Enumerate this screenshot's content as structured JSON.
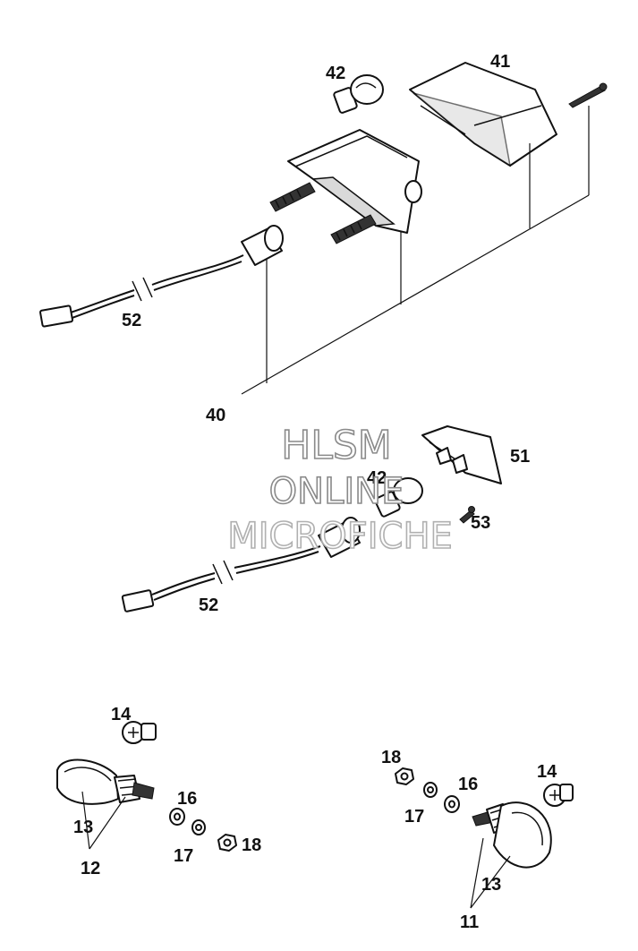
{
  "watermark": {
    "line1": "HLSM",
    "line2": "ONLINE",
    "line3": "MICROFICHE"
  },
  "callouts": {
    "p42_top": "42",
    "p41": "41",
    "p52_top": "52",
    "p40": "40",
    "p51": "51",
    "p42_mid": "42",
    "p53": "53",
    "p52_mid": "52",
    "p14_left": "14",
    "p16_left": "16",
    "p13_left": "13",
    "p12": "12",
    "p17_left": "17",
    "p18_left": "18",
    "p18_right": "18",
    "p16_right": "16",
    "p17_right": "17",
    "p14_right": "14",
    "p13_right": "13",
    "p11": "11"
  }
}
